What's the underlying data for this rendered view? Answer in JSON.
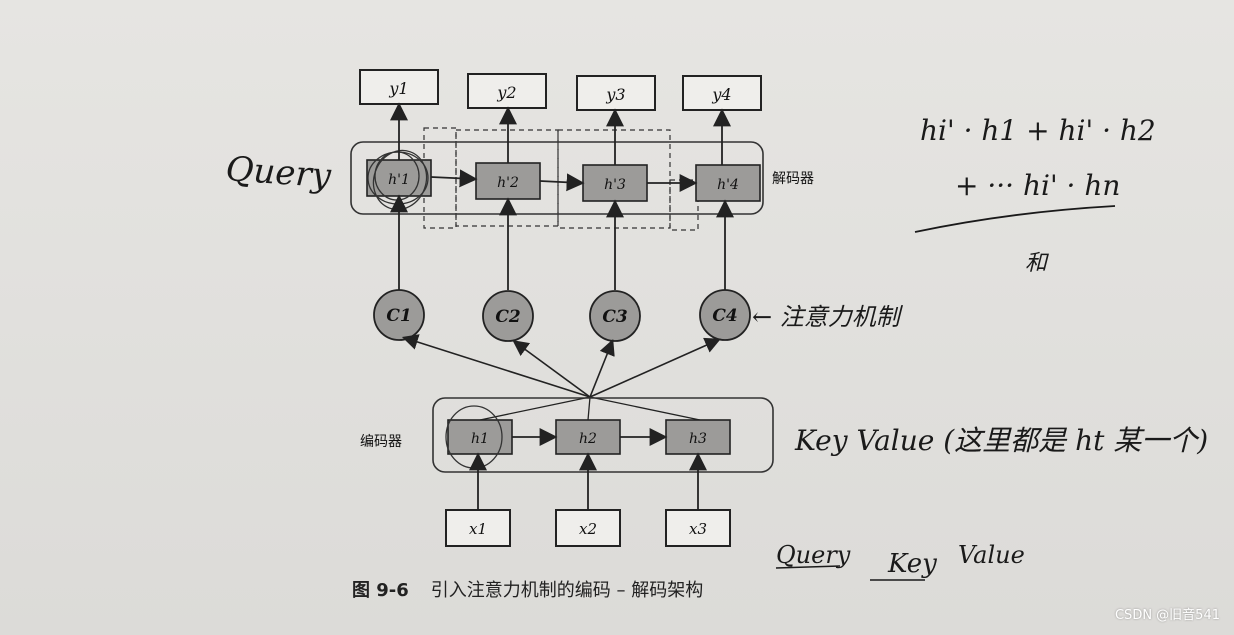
{
  "diagram": {
    "decoder": {
      "label": "解码器",
      "outputs": [
        "y1",
        "y2",
        "y3",
        "y4"
      ],
      "states": [
        "h'1",
        "h'2",
        "h'3",
        "h'4"
      ]
    },
    "contexts": [
      "C1",
      "C2",
      "C3",
      "C4"
    ],
    "encoder": {
      "label": "编码器",
      "states": [
        "h1",
        "h2",
        "h3"
      ],
      "inputs": [
        "x1",
        "x2",
        "x3"
      ]
    }
  },
  "caption": {
    "number": "图 9-6",
    "text": "引入注意力机制的编码 – 解码架构"
  },
  "annotations": {
    "query": "Query",
    "attention": "← 注意力机制",
    "formula_line1": "hi' · h1 + hi' · h2",
    "formula_line2": "+ ··· hi' · hn",
    "sum": "和",
    "key_value": "Key Value (这里都是 ht 某一个)",
    "query_bottom": "Query",
    "key_bottom": "Key",
    "value_bottom": "Value"
  },
  "watermark": "CSDN @旧音541"
}
